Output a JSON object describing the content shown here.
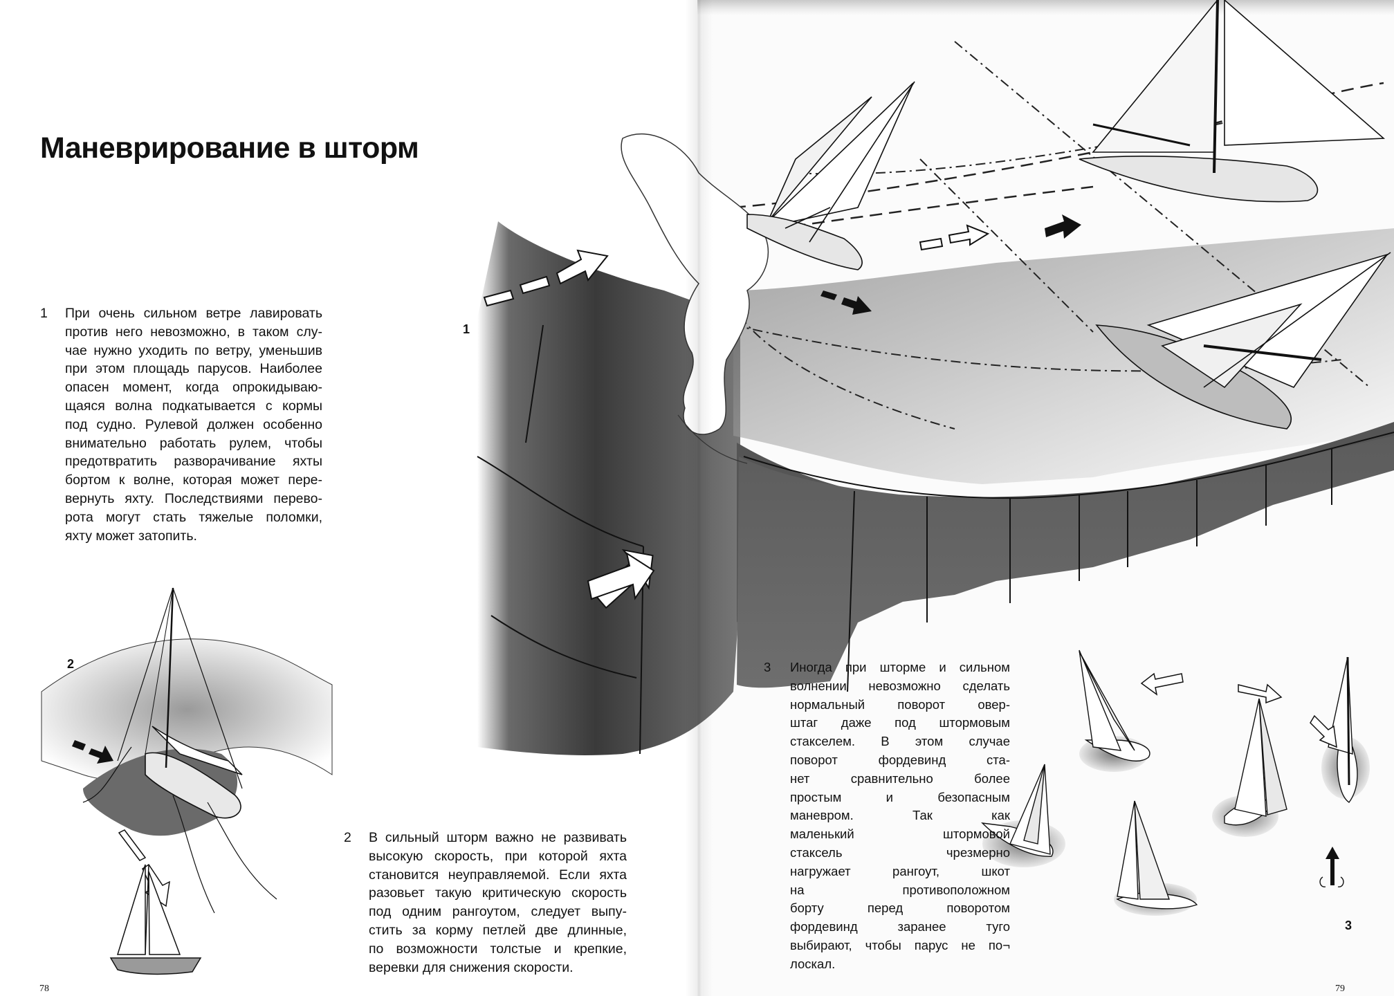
{
  "title": "Маневрирование в шторм",
  "paragraph1": {
    "number": "1",
    "lines": [
      "При очень сильном ветре лавировать",
      "против него невозможно, в таком слу-",
      "чае нужно уходить по ветру, уменьшив",
      "при этом площадь парусов. Наиболее",
      "опасен момент, когда опрокидываю-",
      "щаяся волна подкатывается с кормы",
      "под судно. Рулевой должен особенно",
      "внимательно работать рулем, чтобы",
      "предотвратить разворачивание яхты",
      "бортом к волне, которая может пере-",
      "вернуть яхту. Последствиями перево-",
      "рота могут стать тяжелые поломки,",
      "яхту может затопить."
    ]
  },
  "paragraph2": {
    "number": "2",
    "lines": [
      "В сильный шторм важно не развивать",
      "высокую скорость, при которой яхта",
      "становится неуправляемой. Если яхта",
      "разовьет такую критическую скорость",
      "под одним рангоутом, следует выпу-",
      "стить за корму петлей две длинные,",
      "по возможности толстые и крепкие,",
      "веревки для снижения скорости."
    ]
  },
  "paragraph3": {
    "number": "3",
    "lines": [
      "Иногда при шторме и сильном",
      "волнении невозможно сделать",
      "нормальный поворот овер-",
      "штаг даже под штормовым",
      "стакселем. В этом случае",
      "поворот фордевинд ста-",
      "нет сравнительно более",
      "простым и безопасным",
      "маневром. Так как",
      "маленький штормовой",
      "стаксель чрезмерно",
      "нагружает рангоут, шкот",
      "на противоположном",
      "борту перед поворотом",
      "фордевинд заранее туго",
      "выбирают, чтобы парус не по¬",
      "лоскал."
    ]
  },
  "figure_labels": {
    "fig1": "1",
    "fig2": "2",
    "fig3": "3"
  },
  "page_numbers": {
    "left": "78",
    "right": "79"
  },
  "colors": {
    "text": "#111111",
    "wave_dark": "#4a4a4a",
    "wave_mid": "#8a8a8a",
    "paper": "#ffffff"
  }
}
